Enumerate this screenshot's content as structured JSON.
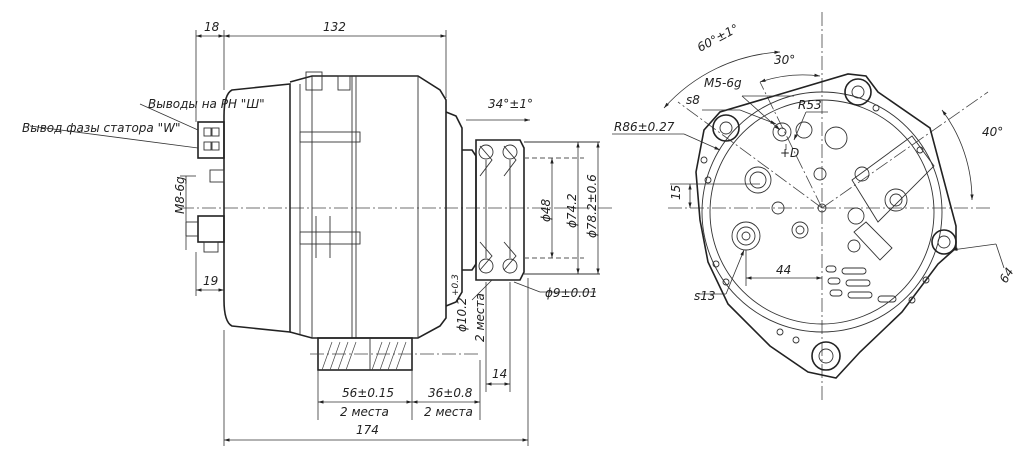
{
  "labels": {
    "outputs_pn": "Выводы на РН \"Ш\"",
    "stator_phase": "Вывод фазы статора \"W\"",
    "thread_m8": "M8-6g",
    "thread_m5": "M5-6g",
    "plus_d": "+D",
    "places_2a": "2 места",
    "places_2b": "2 места",
    "places_2c": "2 места"
  },
  "dimensions": {
    "d18": "18",
    "d132": "132",
    "d19": "19",
    "d174": "174",
    "d56": "56±0.15",
    "d36": "36±0.8",
    "d14": "14",
    "d10": "ϕ10.2",
    "d10_tol": "+0.3",
    "d34deg": "34°±1°",
    "d48": "ϕ48",
    "d74": "ϕ74.2",
    "d78": "ϕ78.2±0.6",
    "d9": "ϕ9±0.01",
    "d60deg": "60°±1°",
    "d30deg": "30°",
    "ds8": "s8",
    "dr53": "R53",
    "dr86": "R86±0.27",
    "d40deg": "40°",
    "d15": "15",
    "d44": "44",
    "d64": "64",
    "ds13": "s13"
  }
}
